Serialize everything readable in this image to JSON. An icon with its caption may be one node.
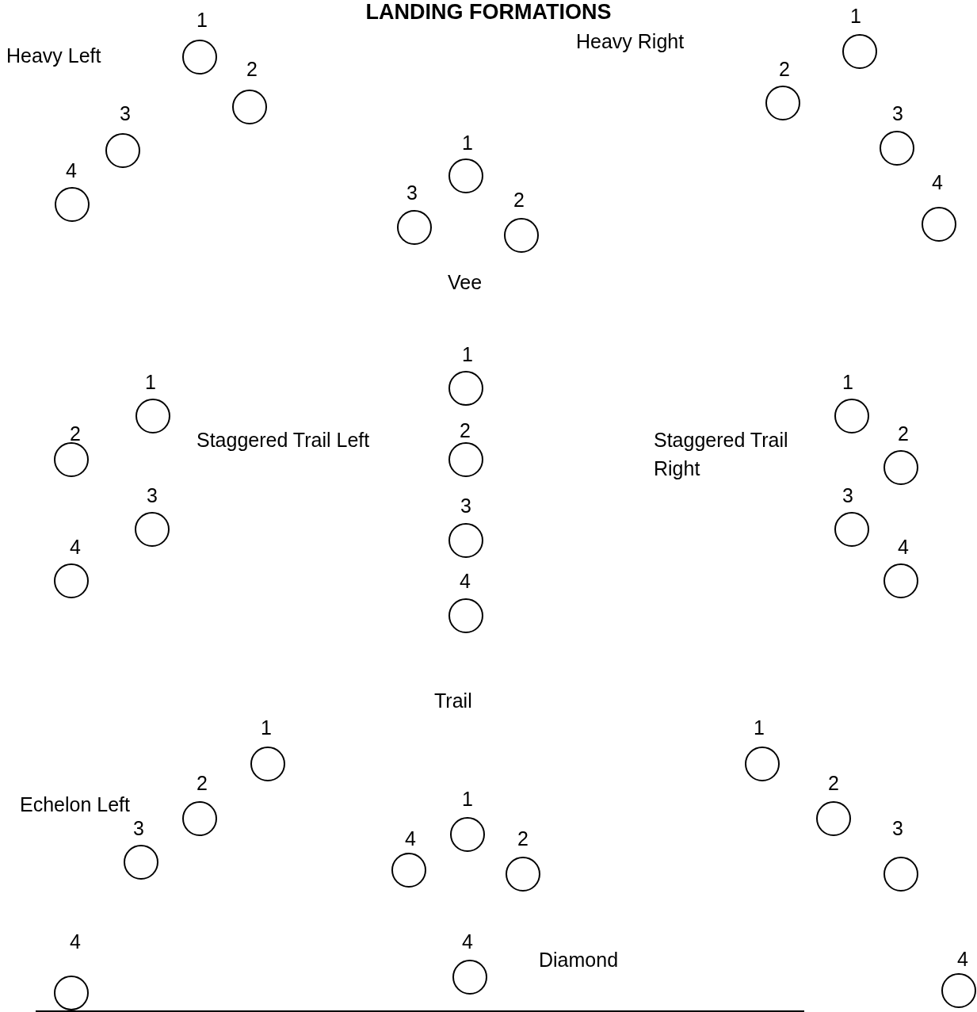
{
  "diagram": {
    "title": "LANDING FORMATIONS",
    "nodes": [
      {
        "text": [],
        "shape": "circle",
        "beside": [
          "1"
        ]
      },
      {
        "text": [],
        "shape": "circle",
        "beside": [
          "2"
        ]
      },
      {
        "text": [],
        "shape": "circle",
        "beside": [
          "3"
        ]
      },
      {
        "text": [],
        "shape": "circle",
        "beside": [
          "4"
        ]
      },
      {
        "text": [],
        "shape": "circle",
        "beside": [
          "1"
        ]
      },
      {
        "text": [],
        "shape": "circle",
        "beside": [
          "2"
        ]
      },
      {
        "text": [],
        "shape": "circle",
        "beside": [
          "3"
        ]
      },
      {
        "text": [],
        "shape": "circle",
        "beside": [
          "4"
        ]
      },
      {
        "text": [],
        "shape": "circle",
        "beside": [
          "1"
        ]
      },
      {
        "text": [],
        "shape": "circle",
        "beside": [
          "3"
        ]
      },
      {
        "text": [],
        "shape": "circle",
        "beside": [
          "2"
        ]
      },
      {
        "text": [],
        "shape": "circle",
        "beside": [
          "1"
        ]
      },
      {
        "text": [],
        "shape": "circle",
        "beside": [
          "2"
        ]
      },
      {
        "text": [],
        "shape": "circle",
        "beside": [
          "3"
        ]
      },
      {
        "text": [],
        "shape": "circle",
        "beside": [
          "4"
        ]
      },
      {
        "text": [],
        "shape": "circle",
        "beside": [
          "1"
        ]
      },
      {
        "text": [],
        "shape": "circle",
        "beside": [
          "2"
        ]
      },
      {
        "text": [],
        "shape": "circle",
        "beside": [
          "3"
        ]
      },
      {
        "text": [],
        "shape": "circle",
        "beside": [
          "4"
        ]
      },
      {
        "text": [],
        "shape": "circle",
        "beside": [
          "1"
        ]
      },
      {
        "text": [],
        "shape": "circle",
        "beside": [
          "2"
        ]
      },
      {
        "text": [],
        "shape": "circle",
        "beside": [
          "3"
        ]
      },
      {
        "text": [],
        "shape": "circle",
        "beside": [
          "4"
        ]
      },
      {
        "text": [],
        "shape": "circle",
        "beside": [
          "1"
        ]
      },
      {
        "text": [],
        "shape": "circle",
        "beside": [
          "2"
        ]
      },
      {
        "text": [],
        "shape": "circle",
        "beside": [
          "3"
        ]
      },
      {
        "text": [],
        "shape": "circle",
        "beside": [
          "4"
        ]
      },
      {
        "text": [],
        "shape": "circle",
        "beside": [
          "1"
        ]
      },
      {
        "text": [],
        "shape": "circle",
        "beside": [
          "4"
        ]
      },
      {
        "text": [],
        "shape": "circle",
        "beside": [
          "2"
        ]
      },
      {
        "text": [],
        "shape": "circle",
        "beside": [
          "4"
        ]
      },
      {
        "text": [],
        "shape": "circle",
        "beside": [
          "1"
        ]
      },
      {
        "text": [],
        "shape": "circle",
        "beside": [
          "2"
        ]
      },
      {
        "text": [],
        "shape": "circle",
        "beside": [
          "3"
        ]
      },
      {
        "text": [],
        "shape": "circle",
        "beside": [
          "4"
        ]
      }
    ],
    "labels": [
      "Heavy Left",
      "Heavy Right",
      "Vee",
      "Staggered Trail Left",
      "Staggered Trail Right",
      "Trail",
      "Echelon Left",
      "Diamond"
    ]
  }
}
